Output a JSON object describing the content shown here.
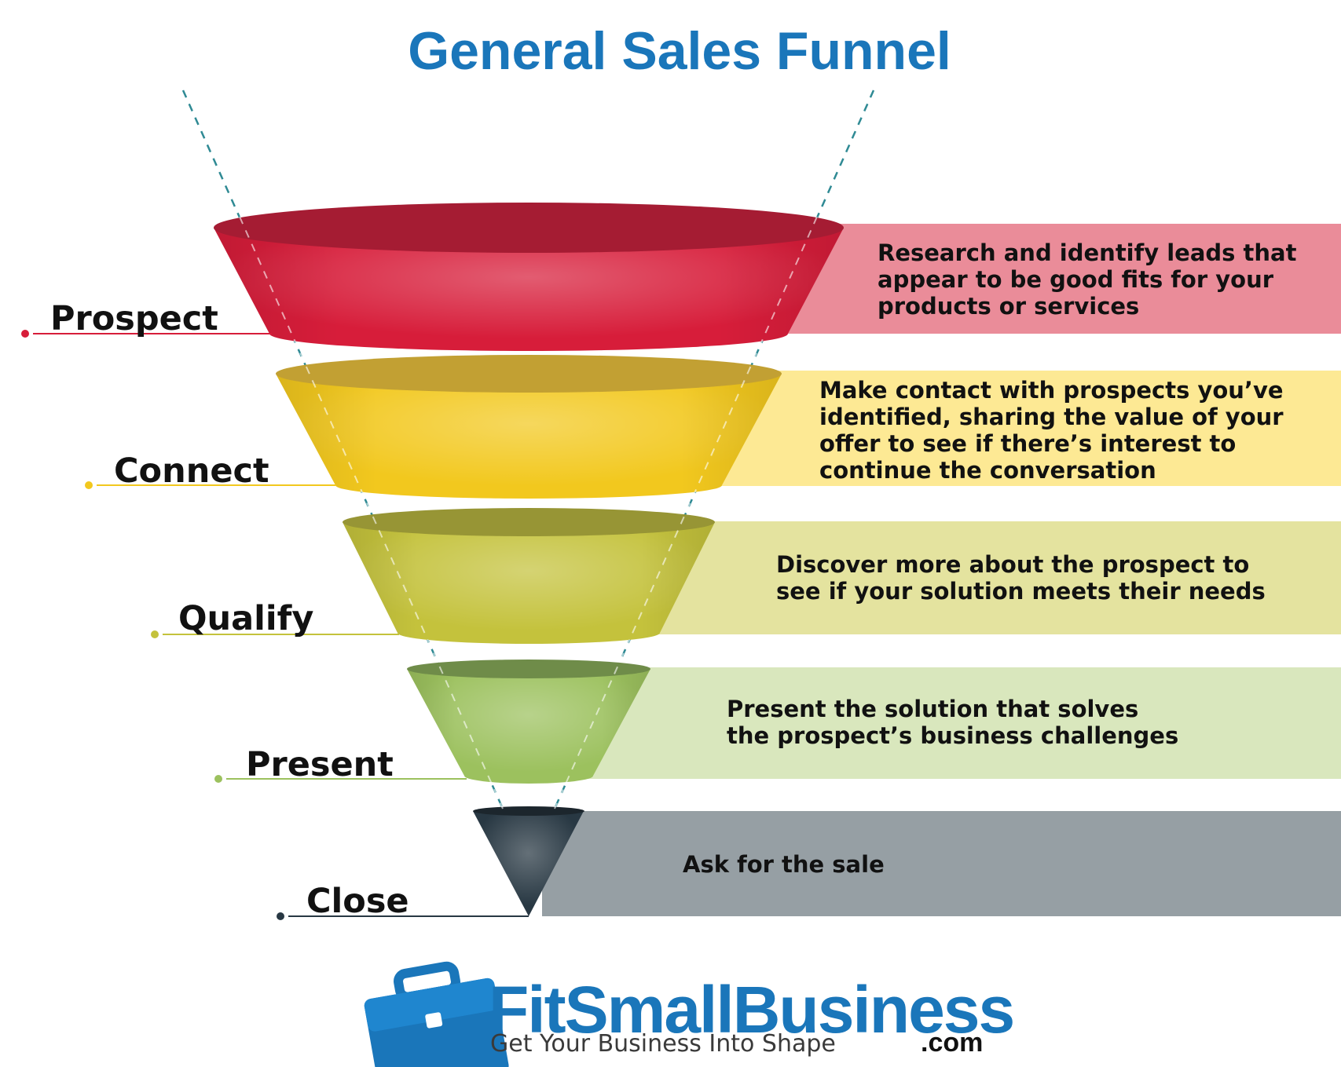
{
  "title": "General Sales Funnel",
  "colors": {
    "title": "#1a76ba",
    "guide": "#2f8a94",
    "logo": "#1a76ba"
  },
  "stages": [
    {
      "label": "Prospect",
      "lines": [
        "Research and identify leads that",
        "appear to be good fits for your",
        "products or services"
      ],
      "color": "#d71d3a",
      "rim": "#a51c33",
      "band": "#ea8c99"
    },
    {
      "label": "Connect",
      "lines": [
        "Make contact with prospects you’ve",
        "identified, sharing the value of your",
        "offer to see if there’s interest to",
        "continue the conversation"
      ],
      "color": "#f2c81e",
      "rim": "#c2a033",
      "band": "#fde994"
    },
    {
      "label": "Qualify",
      "lines": [
        "Discover more about the prospect to",
        "see if your solution meets their needs"
      ],
      "color": "#c4c23c",
      "rim": "#979535",
      "band": "#e4e39f"
    },
    {
      "label": "Present",
      "lines": [
        "Present the solution that solves",
        "the prospect’s business challenges"
      ],
      "color": "#9cc15e",
      "rim": "#6f8c49",
      "band": "#d9e7bd"
    },
    {
      "label": "Close",
      "lines": [
        "Ask for the sale"
      ],
      "color": "#283843",
      "rim": "#1c262d",
      "band": "#969fa4"
    }
  ],
  "logo": {
    "brand": "FitSmallBusiness",
    "tagline": "Get Your Business Into Shape",
    "suffix": ".com",
    "icon": "briefcase-icon"
  }
}
